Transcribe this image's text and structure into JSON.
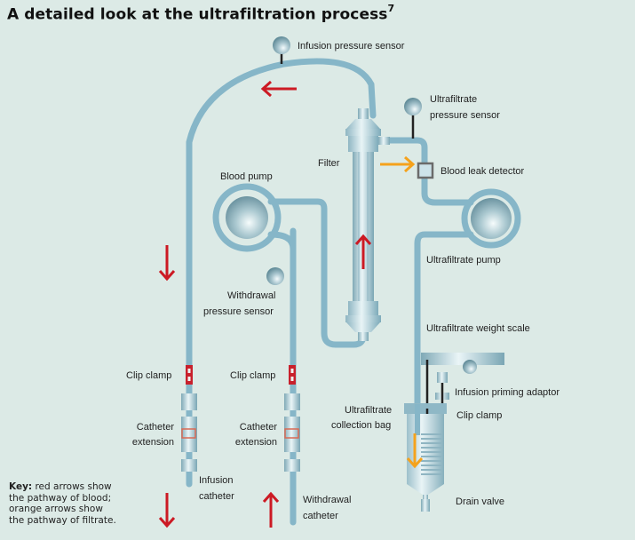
{
  "title": "A detailed look at the ultrafiltration process",
  "title_superscript": "7",
  "labels": {
    "infusion_pressure_sensor": "Infusion pressure sensor",
    "ultrafiltrate_pressure_sensor_1": "Ultrafiltrate",
    "ultrafiltrate_pressure_sensor_2": "pressure sensor",
    "filter": "Filter",
    "blood_leak_detector": "Blood leak detector",
    "blood_pump": "Blood pump",
    "ultrafiltrate_pump": "Ultrafiltrate pump",
    "withdrawal_pressure_sensor_1": "Withdrawal",
    "withdrawal_pressure_sensor_2": "pressure sensor",
    "ultrafiltrate_weight_scale": "Ultrafiltrate weight scale",
    "clip_clamp_left": "Clip clamp",
    "clip_clamp_middle": "Clip clamp",
    "infusion_priming_adaptor": "Infusion priming adaptor",
    "clip_clamp_right": "Clip clamp",
    "catheter_extension_left_1": "Catheter",
    "catheter_extension_left_2": "extension",
    "catheter_extension_middle_1": "Catheter",
    "catheter_extension_middle_2": "extension",
    "ultrafiltrate_collection_bag_1": "Ultrafiltrate",
    "ultrafiltrate_collection_bag_2": "collection bag",
    "infusion_catheter_1": "Infusion",
    "infusion_catheter_2": "catheter",
    "withdrawal_catheter_1": "Withdrawal",
    "withdrawal_catheter_2": "catheter",
    "drain_valve": "Drain valve"
  },
  "key": {
    "label": "Key:",
    "line1": " red arrows show",
    "line2": "the pathway of blood;",
    "line3": "orange arrows show",
    "line4": "the pathway of filtrate."
  },
  "colors": {
    "background": "#dceae6",
    "tube": "#86b6c8",
    "blood_arrow": "#cc1a24",
    "filtrate_arrow": "#f5a21c",
    "clamp": "#c8202c"
  }
}
